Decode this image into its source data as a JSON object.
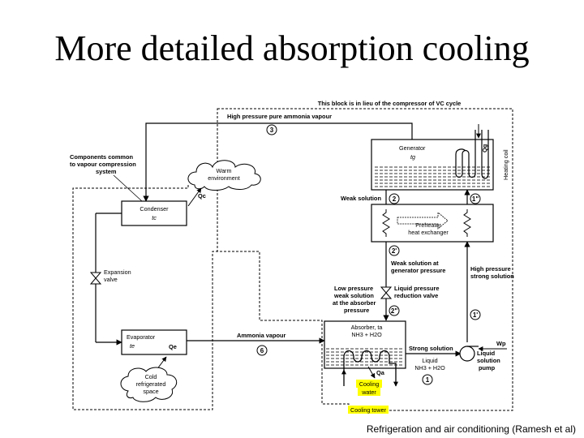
{
  "slide": {
    "title": "More detailed absorption cooling",
    "caption": "Refrigeration and air conditioning (Ramesh et al)"
  },
  "diagram": {
    "top_note": "This block is in lieu of the compressor of VC cycle",
    "hp_vapour": "High pressure pure ammonia vapour",
    "common_note": [
      "Components common",
      "to vapour compression",
      "system"
    ],
    "warm_env": [
      "Warm",
      "environment"
    ],
    "qc": "Qc",
    "condenser": [
      "Condenser",
      "tc"
    ],
    "expansion_valve": [
      "Expansion",
      "valve"
    ],
    "evaporator": [
      "Evaporator",
      "te"
    ],
    "qe": "Qe",
    "cold_space": [
      "Cold",
      "refrigerated",
      "space"
    ],
    "ammonia_vapour": "Ammonia vapour",
    "generator": [
      "Generator",
      "tg"
    ],
    "qg": "Qg",
    "heating_coil": "Heating coil",
    "weak_solution": "Weak solution",
    "preheater": [
      "Preheater",
      "heat exchanger"
    ],
    "weak_at_gen": [
      "Weak solution at",
      "generator pressure"
    ],
    "low_pressure_weak": [
      "Low pressure",
      "weak solution",
      "at the absorber",
      "pressure"
    ],
    "liquid_pressure_valve": [
      "Liquid pressure",
      "reduction valve"
    ],
    "high_pressure_strong": [
      "High pressure",
      "strong solution"
    ],
    "absorber": [
      "Absorber, ta",
      "NH3 + H2O"
    ],
    "qa": "Qa",
    "strong_solution": "Strong solution",
    "liquid_mix": [
      "Liquid",
      "NH3 + H2O"
    ],
    "wp": "Wp",
    "pump": [
      "Liquid",
      "solution",
      "pump"
    ],
    "cooling_water": [
      "Cooling",
      "water"
    ],
    "cooling_tower": "Cooling tower",
    "nodes": [
      "3",
      "2",
      "1\"",
      "2'",
      "2\"",
      "1'",
      "6",
      "1"
    ],
    "colors": {
      "highlight": "#ffff00",
      "line": "#000000"
    }
  }
}
